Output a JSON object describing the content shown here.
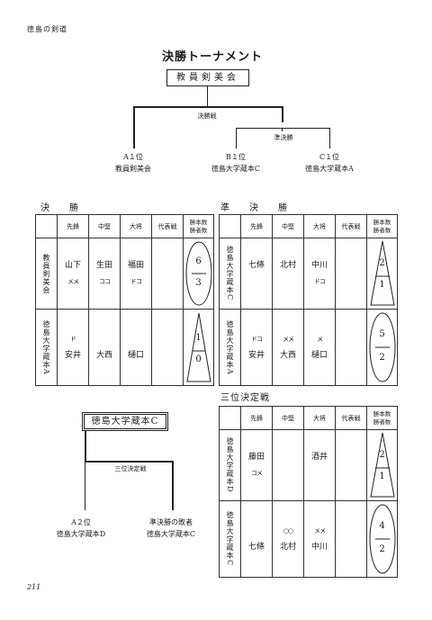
{
  "header": {
    "running_head": "徳島の剣道",
    "page_number": "211"
  },
  "title": "決勝トーナメント",
  "bracket_top": {
    "winner": "教員剣美会",
    "final_label": "決勝戦",
    "semi_label": "準決勝",
    "entries": [
      {
        "rank": "A１位",
        "team": "教員剣美会"
      },
      {
        "rank": "B１位",
        "team": "徳島大学蔵本C"
      },
      {
        "rank": "C１位",
        "team": "徳島大学蔵本A"
      }
    ]
  },
  "columns": {
    "c1": "先鋒",
    "c2": "中堅",
    "c3": "大将",
    "c4": "代表戦",
    "c5a": "勝本数",
    "c5b": "勝者数"
  },
  "final": {
    "heading": "決　勝",
    "teams": [
      {
        "name": "教員剣美会",
        "names": [
          "山下",
          "生田",
          "福田"
        ],
        "marks": [
          "メメ",
          "ココ",
          "ドコ"
        ],
        "score_top": "6",
        "score_bottom": "3"
      },
      {
        "name": "徳島大学蔵本A",
        "names": [
          "安井",
          "大西",
          "樋口"
        ],
        "marks": [
          "ド",
          "",
          ""
        ],
        "score_top": "1",
        "score_bottom": "0"
      }
    ]
  },
  "semifinal": {
    "heading": "準　決　勝",
    "teams": [
      {
        "name": "徳島大学蔵本C",
        "names": [
          "七條",
          "北村",
          "中川"
        ],
        "marks": [
          "",
          "",
          "ドコ"
        ],
        "score_top": "2",
        "score_bottom": "1"
      },
      {
        "name": "徳島大学蔵本A",
        "names": [
          "安井",
          "大西",
          "樋口"
        ],
        "marks": [
          "ドコ",
          "メメ",
          "メ"
        ],
        "score_top": "5",
        "score_bottom": "2"
      }
    ]
  },
  "third_place": {
    "heading": "三位決定戦",
    "teams": [
      {
        "name": "徳島大学蔵本D",
        "names": [
          "藤田",
          "",
          "酒井"
        ],
        "marks": [
          "コメ",
          "",
          ""
        ],
        "score_top": "2",
        "score_bottom": "1"
      },
      {
        "name": "徳島大学蔵本C",
        "names": [
          "七條",
          "北村",
          "中川"
        ],
        "marks": [
          "",
          "○○",
          "メメ"
        ],
        "score_top": "4",
        "score_bottom": "2"
      }
    ]
  },
  "bracket_bottom": {
    "winner": "徳島大学蔵本C",
    "label": "三位決定戦",
    "entries": [
      {
        "rank": "A２位",
        "team": "徳島大学蔵本D"
      },
      {
        "rank": "準決勝の敗者",
        "team": "徳島大学蔵本C"
      }
    ]
  }
}
